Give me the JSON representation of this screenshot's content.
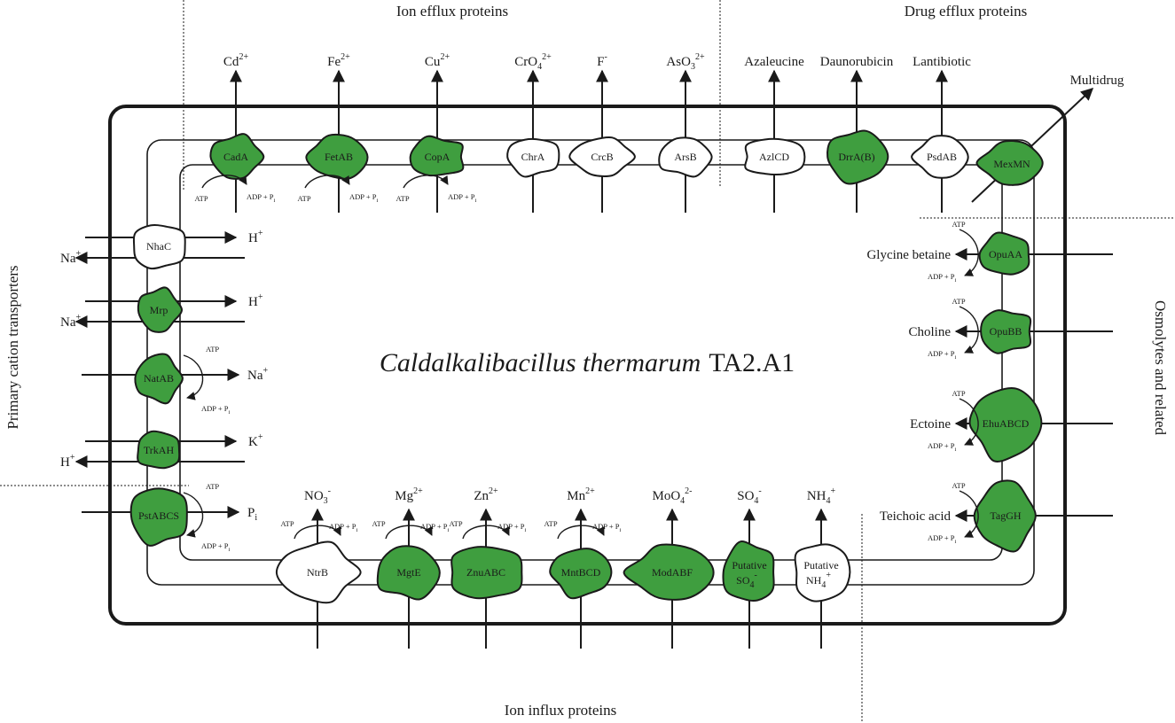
{
  "title": {
    "organism": "Caldalkalibacillus thermarum",
    "strain": "TA2.A1"
  },
  "sections": {
    "ion_efflux": "Ion efflux proteins",
    "drug_efflux": "Drug efflux proteins",
    "primary_cation": "Primary cation transporters",
    "osmolytes": "Osmolytes and related",
    "ion_influx": "Ion influx proteins"
  },
  "energy": {
    "atp": "ATP",
    "adp": "ADP + P",
    "adp_sub": "i"
  },
  "colors": {
    "active": "#3f9e3f",
    "inactive": "#ffffff",
    "stroke": "#1a1a1a"
  },
  "top_proteins": [
    {
      "name": "CadA",
      "substrate": "Cd",
      "sup": "2+",
      "active": true,
      "atp": true
    },
    {
      "name": "FetAB",
      "substrate": "Fe",
      "sup": "2+",
      "active": true,
      "atp": true
    },
    {
      "name": "CopA",
      "substrate": "Cu",
      "sup": "2+",
      "active": true,
      "atp": true
    },
    {
      "name": "ChrA",
      "substrate": "CrO",
      "sub": "4",
      "sup": "2+",
      "active": false
    },
    {
      "name": "CrcB",
      "substrate": "F",
      "sup": "-",
      "active": false
    },
    {
      "name": "ArsB",
      "substrate": "AsO",
      "sub": "3",
      "sup": "2+",
      "active": false
    },
    {
      "name": "AzlCD",
      "substrate": "Azaleucine",
      "active": false
    },
    {
      "name": "DrrA(B)",
      "substrate": "Daunorubicin",
      "active": true
    },
    {
      "name": "PsdAB",
      "substrate": "Lantibiotic",
      "active": false
    },
    {
      "name": "MexMN",
      "substrate": "Multidrug",
      "active": true
    }
  ],
  "left_proteins": [
    {
      "name": "NhaC",
      "in_ion": "H",
      "in_sup": "+",
      "out_ion": "Na",
      "out_sup": "+",
      "active": false
    },
    {
      "name": "Mrp",
      "in_ion": "H",
      "in_sup": "+",
      "out_ion": "Na",
      "out_sup": "+",
      "active": true
    },
    {
      "name": "NatAB",
      "in_ion": "Na",
      "in_sup": "+",
      "active": true,
      "atp": true
    },
    {
      "name": "TrkAH",
      "in_ion": "K",
      "in_sup": "+",
      "out_ion": "H",
      "out_sup": "+",
      "active": true
    },
    {
      "name": "PstABCS",
      "in_ion": "P",
      "in_sub": "i",
      "active": true,
      "atp": true
    }
  ],
  "right_proteins": [
    {
      "name": "OpuAA",
      "substrate": "Glycine betaine",
      "active": true
    },
    {
      "name": "OpuBB",
      "substrate": "Choline",
      "active": true
    },
    {
      "name": "EhuABCD",
      "substrate": "Ectoine",
      "active": true
    },
    {
      "name": "TagGH",
      "substrate": "Teichoic acid",
      "active": true
    }
  ],
  "bottom_proteins": [
    {
      "name": "NtrB",
      "substrate": "NO",
      "sub": "3",
      "sup": "-",
      "active": false,
      "atp": true
    },
    {
      "name": "MgtE",
      "substrate": "Mg",
      "sup": "2+",
      "active": true,
      "atp": true
    },
    {
      "name": "ZnuABC",
      "substrate": "Zn",
      "sup": "2+",
      "active": true,
      "atp": true
    },
    {
      "name": "MntBCD",
      "substrate": "Mn",
      "sup": "2+",
      "active": true,
      "atp": true
    },
    {
      "name": "ModABF",
      "substrate": "MoO",
      "sub": "4",
      "sup": "2-",
      "active": true
    },
    {
      "name": "Putative",
      "name2": "SO",
      "name2_sub": "4",
      "name2_sup": "-",
      "substrate": "SO",
      "sub": "4",
      "sup": "-",
      "active": true
    },
    {
      "name": "Putative",
      "name2": "NH",
      "name2_sub": "4",
      "name2_sup": "+",
      "substrate": "NH",
      "sub": "4",
      "sup": "+",
      "active": false
    }
  ]
}
